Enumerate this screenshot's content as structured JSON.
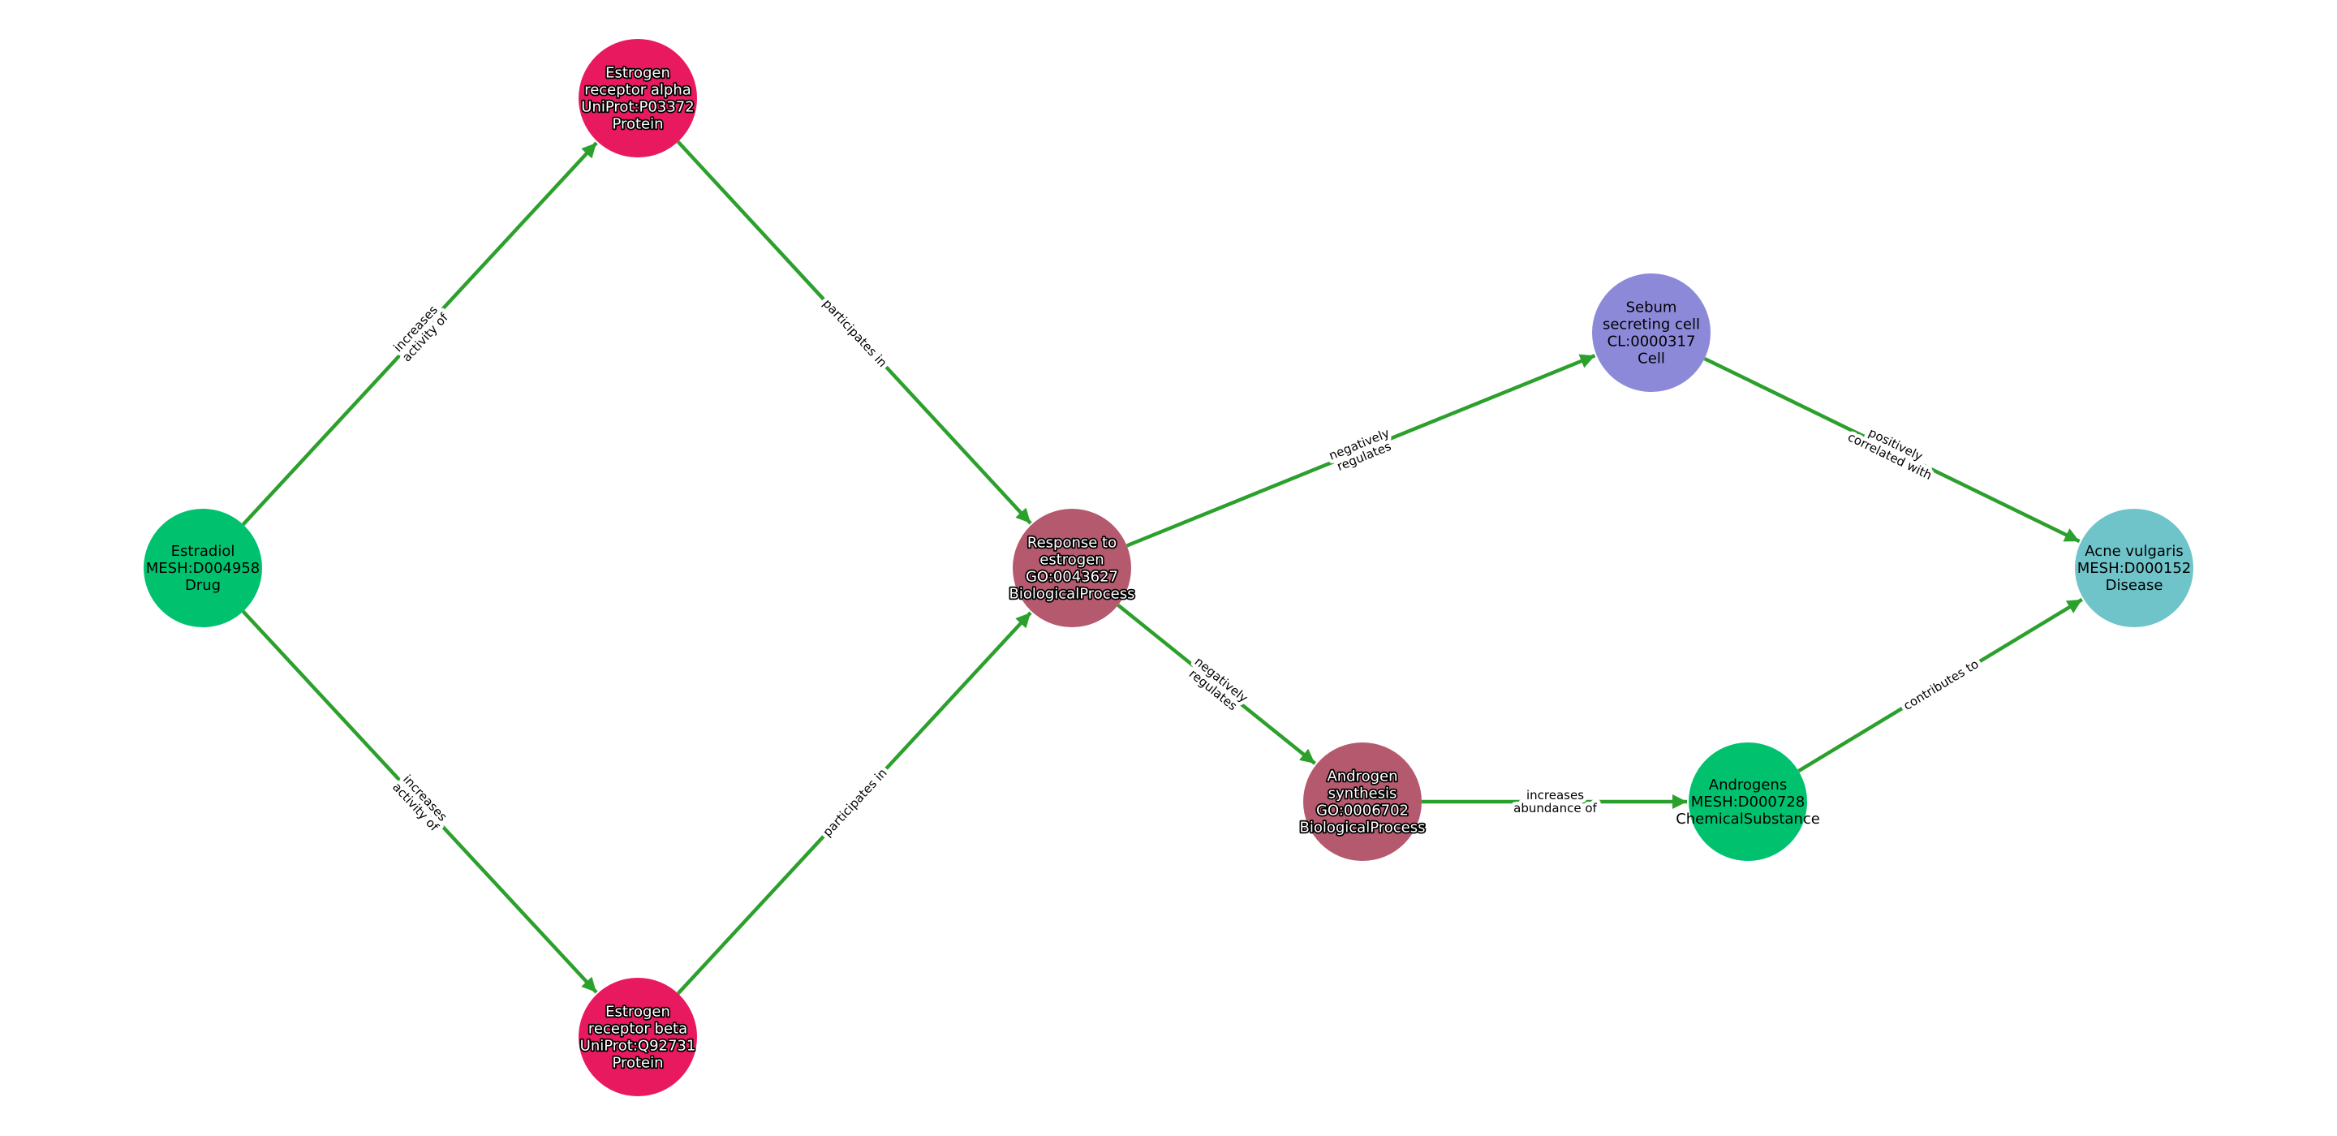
{
  "colors": {
    "edge": "#2ca02c",
    "Drug": "#00c26e",
    "Protein": "#e8195f",
    "BiologicalProcess": "#b5596e",
    "Cell": "#8d89d9",
    "Disease": "#6fc4ca",
    "ChemicalSubstance": "#00c26e"
  },
  "nodes": [
    {
      "id": "estradiol",
      "lines": [
        "Estradiol",
        "MESH:D004958",
        "Drug"
      ],
      "type": "Drug",
      "text": "dark"
    },
    {
      "id": "er_alpha",
      "lines": [
        "Estrogen",
        "receptor alpha",
        "UniProt:P03372",
        "Protein"
      ],
      "type": "Protein",
      "text": "light"
    },
    {
      "id": "er_beta",
      "lines": [
        "Estrogen",
        "receptor beta",
        "UniProt:Q92731",
        "Protein"
      ],
      "type": "Protein",
      "text": "light"
    },
    {
      "id": "response_estrogen",
      "lines": [
        "Response to",
        "estrogen",
        "GO:0043627",
        "BiologicalProcess"
      ],
      "type": "BiologicalProcess",
      "text": "light"
    },
    {
      "id": "sebum_cell",
      "lines": [
        "Sebum",
        "secreting cell",
        "CL:0000317",
        "Cell"
      ],
      "type": "Cell",
      "text": "dark"
    },
    {
      "id": "androgen_synthesis",
      "lines": [
        "Androgen",
        "synthesis",
        "GO:0006702",
        "BiologicalProcess"
      ],
      "type": "BiologicalProcess",
      "text": "light"
    },
    {
      "id": "androgens",
      "lines": [
        "Androgens",
        "MESH:D000728",
        "ChemicalSubstance"
      ],
      "type": "ChemicalSubstance",
      "text": "dark"
    },
    {
      "id": "acne",
      "lines": [
        "Acne vulgaris",
        "MESH:D000152",
        "Disease"
      ],
      "type": "Disease",
      "text": "dark"
    }
  ],
  "edges": [
    {
      "source": "estradiol",
      "target": "er_alpha",
      "label": [
        "increases",
        "activity of"
      ]
    },
    {
      "source": "estradiol",
      "target": "er_beta",
      "label": [
        "increases",
        "activity of"
      ]
    },
    {
      "source": "er_alpha",
      "target": "response_estrogen",
      "label": [
        "participates in"
      ]
    },
    {
      "source": "er_beta",
      "target": "response_estrogen",
      "label": [
        "participates in"
      ]
    },
    {
      "source": "response_estrogen",
      "target": "sebum_cell",
      "label": [
        "negatively",
        "regulates"
      ]
    },
    {
      "source": "response_estrogen",
      "target": "androgen_synthesis",
      "label": [
        "negatively",
        "regulates"
      ]
    },
    {
      "source": "sebum_cell",
      "target": "acne",
      "label": [
        "positively",
        "correlated with"
      ]
    },
    {
      "source": "androgen_synthesis",
      "target": "androgens",
      "label": [
        "increases",
        "abundance of"
      ]
    },
    {
      "source": "androgens",
      "target": "acne",
      "label": [
        "contributes to"
      ]
    }
  ]
}
